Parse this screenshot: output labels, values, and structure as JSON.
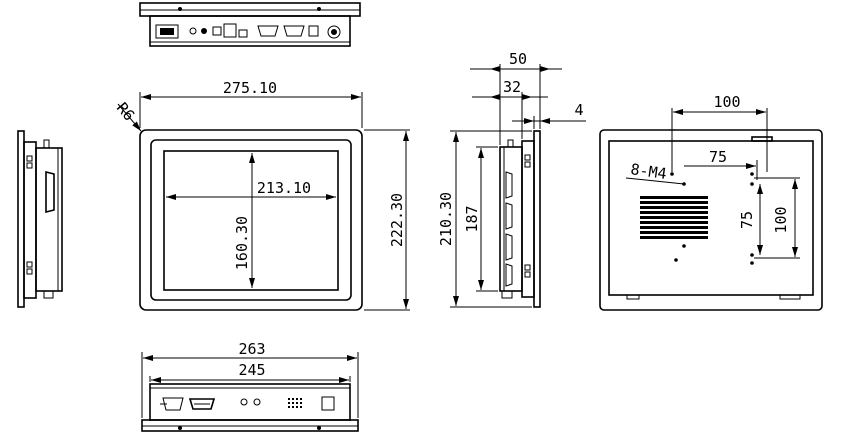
{
  "views": {
    "top": {
      "name": "top-view"
    },
    "left": {
      "name": "left-side-view"
    },
    "front": {
      "name": "front-view"
    },
    "side": {
      "name": "right-side-view"
    },
    "back": {
      "name": "back-view"
    },
    "bottom": {
      "name": "bottom-view"
    }
  },
  "dimensions": {
    "corner_radius": "R6",
    "outer_width": "275.10",
    "outer_height": "222.30",
    "screen_width": "213.10",
    "screen_height": "160.30",
    "side_total_depth": "50",
    "side_body_depth": "32",
    "bezel_thickness": "4",
    "side_height": "210.30",
    "side_inner_height": "187",
    "back_hole_spacing_wide": "100",
    "back_hole_spacing_narrow_h": "75",
    "back_hole_spacing_narrow_v": "75",
    "back_hole_spacing_tall": "100",
    "mounting_holes": "8-M4",
    "bottom_outer_width": "263",
    "bottom_inner_width": "245"
  }
}
